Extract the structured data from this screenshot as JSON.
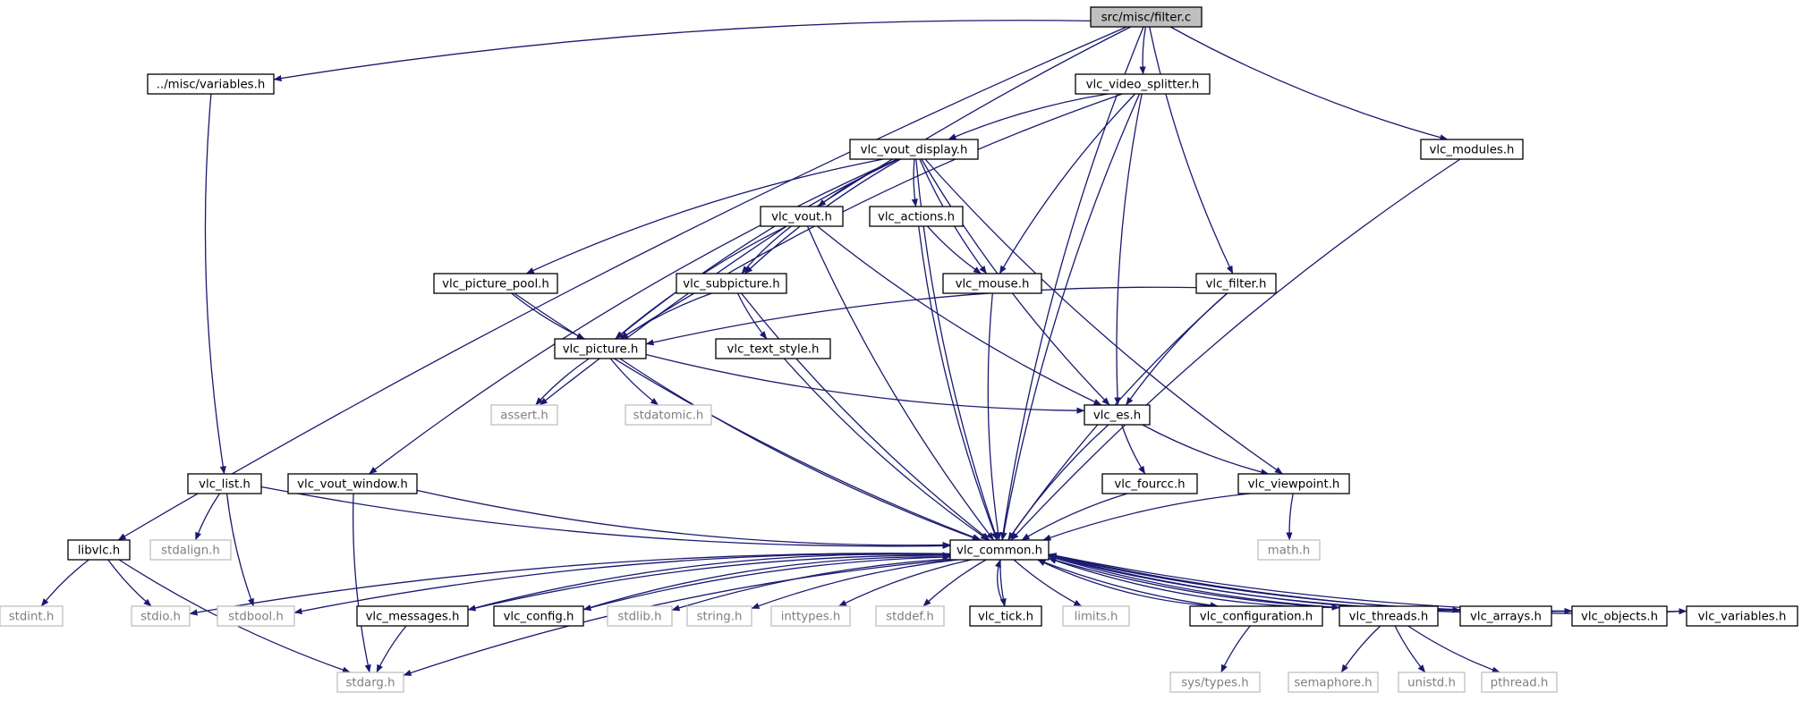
{
  "title": "src/misc/filter.c",
  "colors": {
    "edge": "#191970",
    "node_border": "#000000",
    "system_border": "#bfbfbf",
    "system_text": "#7f7f7f",
    "root_fill": "#bfbfbf"
  },
  "nodes": {
    "filter_c": "src/misc/filter.c",
    "variables_h": "../misc/variables.h",
    "vlc_video_splitter_h": "vlc_video_splitter.h",
    "vlc_modules_h": "vlc_modules.h",
    "vlc_vout_display_h": "vlc_vout_display.h",
    "vlc_vout_h": "vlc_vout.h",
    "vlc_actions_h": "vlc_actions.h",
    "vlc_picture_pool_h": "vlc_picture_pool.h",
    "vlc_subpicture_h": "vlc_subpicture.h",
    "vlc_mouse_h": "vlc_mouse.h",
    "vlc_filter_h": "vlc_filter.h",
    "vlc_picture_h": "vlc_picture.h",
    "vlc_text_style_h": "vlc_text_style.h",
    "assert_h": "assert.h",
    "stdatomic_h": "stdatomic.h",
    "vlc_es_h": "vlc_es.h",
    "vlc_list_h": "vlc_list.h",
    "vlc_vout_window_h": "vlc_vout_window.h",
    "vlc_fourcc_h": "vlc_fourcc.h",
    "vlc_viewpoint_h": "vlc_viewpoint.h",
    "libvlc_h": "libvlc.h",
    "stdalign_h": "stdalign.h",
    "vlc_common_h": "vlc_common.h",
    "math_h": "math.h",
    "stdint_h": "stdint.h",
    "stdio_h": "stdio.h",
    "stdbool_h": "stdbool.h",
    "vlc_messages_h": "vlc_messages.h",
    "vlc_config_h": "vlc_config.h",
    "stdlib_h": "stdlib.h",
    "string_h": "string.h",
    "inttypes_h": "inttypes.h",
    "stddef_h": "stddef.h",
    "vlc_tick_h": "vlc_tick.h",
    "limits_h": "limits.h",
    "vlc_configuration_h": "vlc_configuration.h",
    "vlc_threads_h": "vlc_threads.h",
    "vlc_arrays_h": "vlc_arrays.h",
    "vlc_objects_h": "vlc_objects.h",
    "vlc_variables_h": "vlc_variables.h",
    "stdarg_h": "stdarg.h",
    "sys_types_h": "sys/types.h",
    "semaphore_h": "semaphore.h",
    "unistd_h": "unistd.h",
    "pthread_h": "pthread.h"
  },
  "edges": [
    [
      "filter_c",
      "variables_h"
    ],
    [
      "filter_c",
      "vlc_video_splitter_h"
    ],
    [
      "filter_c",
      "vlc_modules_h"
    ],
    [
      "filter_c",
      "vlc_filter_h"
    ],
    [
      "filter_c",
      "assert_h"
    ],
    [
      "filter_c",
      "libvlc_h"
    ],
    [
      "filter_c",
      "vlc_common_h"
    ],
    [
      "variables_h",
      "vlc_list_h"
    ],
    [
      "vlc_video_splitter_h",
      "vlc_vout_display_h"
    ],
    [
      "vlc_video_splitter_h",
      "vlc_picture_h"
    ],
    [
      "vlc_video_splitter_h",
      "vlc_mouse_h"
    ],
    [
      "vlc_video_splitter_h",
      "vlc_es_h"
    ],
    [
      "vlc_video_splitter_h",
      "vlc_common_h"
    ],
    [
      "vlc_modules_h",
      "vlc_common_h"
    ],
    [
      "vlc_vout_display_h",
      "vlc_vout_h"
    ],
    [
      "vlc_vout_display_h",
      "vlc_actions_h"
    ],
    [
      "vlc_vout_display_h",
      "vlc_picture_pool_h"
    ],
    [
      "vlc_vout_display_h",
      "vlc_subpicture_h"
    ],
    [
      "vlc_vout_display_h",
      "vlc_mouse_h"
    ],
    [
      "vlc_vout_display_h",
      "vlc_picture_h"
    ],
    [
      "vlc_vout_display_h",
      "vlc_es_h"
    ],
    [
      "vlc_vout_display_h",
      "vlc_vout_window_h"
    ],
    [
      "vlc_vout_display_h",
      "vlc_viewpoint_h"
    ],
    [
      "vlc_vout_display_h",
      "vlc_common_h"
    ],
    [
      "vlc_vout_h",
      "vlc_subpicture_h"
    ],
    [
      "vlc_vout_h",
      "vlc_picture_h"
    ],
    [
      "vlc_vout_h",
      "vlc_es_h"
    ],
    [
      "vlc_vout_h",
      "vlc_common_h"
    ],
    [
      "vlc_actions_h",
      "vlc_mouse_h"
    ],
    [
      "vlc_actions_h",
      "vlc_common_h"
    ],
    [
      "vlc_picture_pool_h",
      "vlc_picture_h"
    ],
    [
      "vlc_picture_pool_h",
      "vlc_common_h"
    ],
    [
      "vlc_subpicture_h",
      "vlc_picture_h"
    ],
    [
      "vlc_subpicture_h",
      "vlc_text_style_h"
    ],
    [
      "vlc_subpicture_h",
      "vlc_common_h"
    ],
    [
      "vlc_mouse_h",
      "vlc_common_h"
    ],
    [
      "vlc_filter_h",
      "vlc_picture_h"
    ],
    [
      "vlc_filter_h",
      "vlc_es_h"
    ],
    [
      "vlc_filter_h",
      "vlc_common_h"
    ],
    [
      "vlc_picture_h",
      "assert_h"
    ],
    [
      "vlc_picture_h",
      "stdatomic_h"
    ],
    [
      "vlc_picture_h",
      "vlc_es_h"
    ],
    [
      "vlc_picture_h",
      "vlc_common_h"
    ],
    [
      "vlc_text_style_h",
      "vlc_common_h"
    ],
    [
      "vlc_es_h",
      "vlc_fourcc_h"
    ],
    [
      "vlc_es_h",
      "vlc_viewpoint_h"
    ],
    [
      "vlc_es_h",
      "vlc_common_h"
    ],
    [
      "vlc_fourcc_h",
      "vlc_common_h"
    ],
    [
      "vlc_viewpoint_h",
      "math_h"
    ],
    [
      "vlc_viewpoint_h",
      "vlc_common_h"
    ],
    [
      "vlc_list_h",
      "stdalign_h"
    ],
    [
      "vlc_list_h",
      "stdbool_h"
    ],
    [
      "vlc_list_h",
      "vlc_common_h"
    ],
    [
      "vlc_vout_window_h",
      "stdarg_h"
    ],
    [
      "vlc_vout_window_h",
      "vlc_common_h"
    ],
    [
      "libvlc_h",
      "stdint_h"
    ],
    [
      "libvlc_h",
      "stdio_h"
    ],
    [
      "libvlc_h",
      "stdarg_h"
    ],
    [
      "vlc_common_h",
      "stdio_h"
    ],
    [
      "vlc_common_h",
      "stdbool_h"
    ],
    [
      "vlc_common_h",
      "vlc_messages_h"
    ],
    [
      "vlc_common_h",
      "vlc_config_h"
    ],
    [
      "vlc_common_h",
      "stdlib_h"
    ],
    [
      "vlc_common_h",
      "string_h"
    ],
    [
      "vlc_common_h",
      "inttypes_h"
    ],
    [
      "vlc_common_h",
      "stddef_h"
    ],
    [
      "vlc_common_h",
      "vlc_tick_h"
    ],
    [
      "vlc_common_h",
      "limits_h"
    ],
    [
      "vlc_common_h",
      "vlc_configuration_h"
    ],
    [
      "vlc_common_h",
      "vlc_threads_h"
    ],
    [
      "vlc_common_h",
      "vlc_arrays_h"
    ],
    [
      "vlc_common_h",
      "vlc_objects_h"
    ],
    [
      "vlc_common_h",
      "vlc_variables_h"
    ],
    [
      "vlc_common_h",
      "stdarg_h"
    ],
    [
      "vlc_messages_h",
      "vlc_common_h"
    ],
    [
      "vlc_messages_h",
      "stdarg_h"
    ],
    [
      "vlc_config_h",
      "vlc_common_h"
    ],
    [
      "vlc_tick_h",
      "vlc_common_h"
    ],
    [
      "vlc_configuration_h",
      "vlc_common_h"
    ],
    [
      "vlc_configuration_h",
      "sys_types_h"
    ],
    [
      "vlc_threads_h",
      "vlc_common_h"
    ],
    [
      "vlc_threads_h",
      "semaphore_h"
    ],
    [
      "vlc_threads_h",
      "unistd_h"
    ],
    [
      "vlc_threads_h",
      "pthread_h"
    ],
    [
      "vlc_arrays_h",
      "vlc_common_h"
    ],
    [
      "vlc_objects_h",
      "vlc_common_h"
    ],
    [
      "vlc_variables_h",
      "vlc_common_h"
    ]
  ]
}
